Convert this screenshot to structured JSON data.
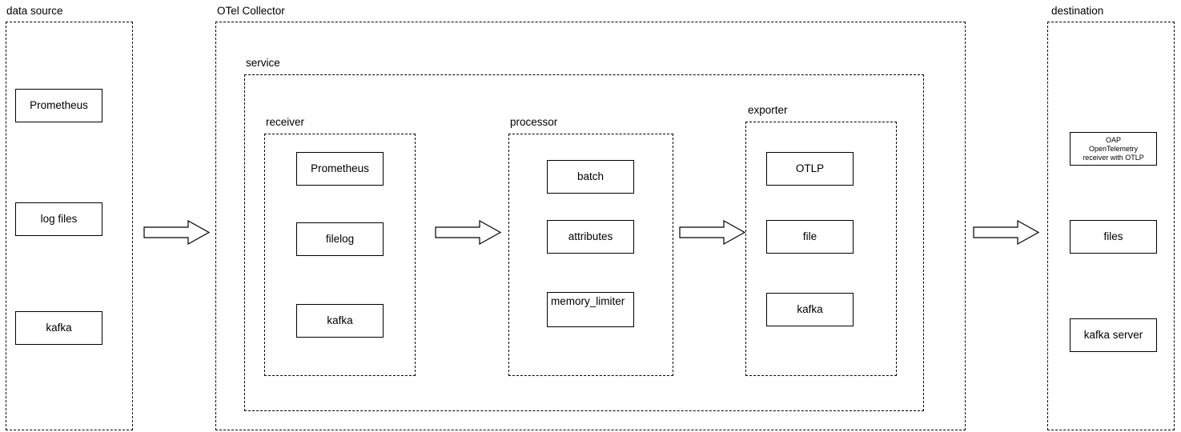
{
  "diagram": {
    "title_groups": {
      "data_source": "data source",
      "otel_collector": "OTel Collector",
      "service": "service",
      "receiver": "receiver",
      "processor": "processor",
      "exporter": "exporter",
      "destination": "destination"
    },
    "data_source_nodes": [
      {
        "label": "Prometheus"
      },
      {
        "label": "log files"
      },
      {
        "label": "kafka"
      }
    ],
    "receiver_nodes": [
      {
        "label": "Prometheus"
      },
      {
        "label": "filelog"
      },
      {
        "label": "kafka"
      }
    ],
    "processor_nodes": [
      {
        "label": "batch"
      },
      {
        "label": "attributes"
      },
      {
        "label": "memory_limiter"
      }
    ],
    "exporter_nodes": [
      {
        "label": "OTLP"
      },
      {
        "label": "file"
      },
      {
        "label": "kafka"
      }
    ],
    "destination_nodes": [
      {
        "label": "OAP\nOpenTelemetry\nreceiver with OTLP"
      },
      {
        "label": "files"
      },
      {
        "label": "kafka server"
      }
    ],
    "arrows": [
      {
        "name": "arrow-datasource-to-collector"
      },
      {
        "name": "arrow-receiver-to-processor"
      },
      {
        "name": "arrow-processor-to-exporter"
      },
      {
        "name": "arrow-collector-to-destination"
      }
    ],
    "colors": {
      "stroke": "#000000",
      "background": "#ffffff",
      "text": "#000000"
    }
  }
}
